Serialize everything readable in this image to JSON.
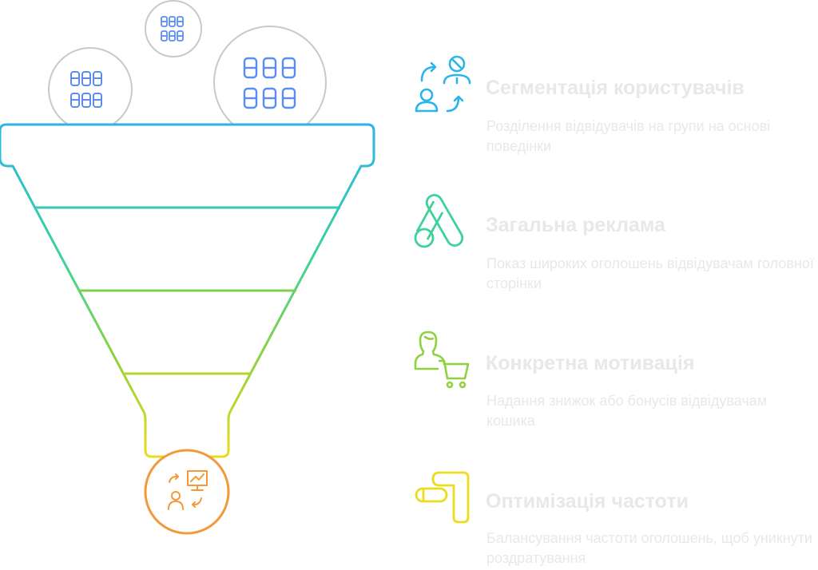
{
  "colors": {
    "blue": "#2ab5e8",
    "teal": "#3cd29a",
    "lime": "#8fd13e",
    "yellow": "#ecdc1c",
    "orange": "#f29a3a",
    "bubble_border": "#c9c9c9",
    "grid_icon": "#5b8def",
    "text": "#e8e8e8"
  },
  "bubbles": [
    {
      "icon": "grid-icon"
    },
    {
      "icon": "grid-icon"
    },
    {
      "icon": "grid-icon"
    }
  ],
  "funnel": {
    "bottom_icon": "analytics-cycle-icon"
  },
  "steps": [
    {
      "icon": "user-segmentation-icon",
      "title": "Сегментація користувачів",
      "description": "Розділення відвідувачів на групи на основі поведінки"
    },
    {
      "icon": "ads-logo-icon",
      "title": "Загальна реклама",
      "description": "Показ широких оголошень відвідувачам головної сторінки"
    },
    {
      "icon": "user-cart-icon",
      "title": "Конкретна мотивація",
      "description": "Надання знижок або бонусів відвідувачам кошика"
    },
    {
      "icon": "frequency-optimization-icon",
      "title": "Оптимізація частоти",
      "description": "Балансування частоти оголошень, щоб уникнути роздратування"
    }
  ]
}
